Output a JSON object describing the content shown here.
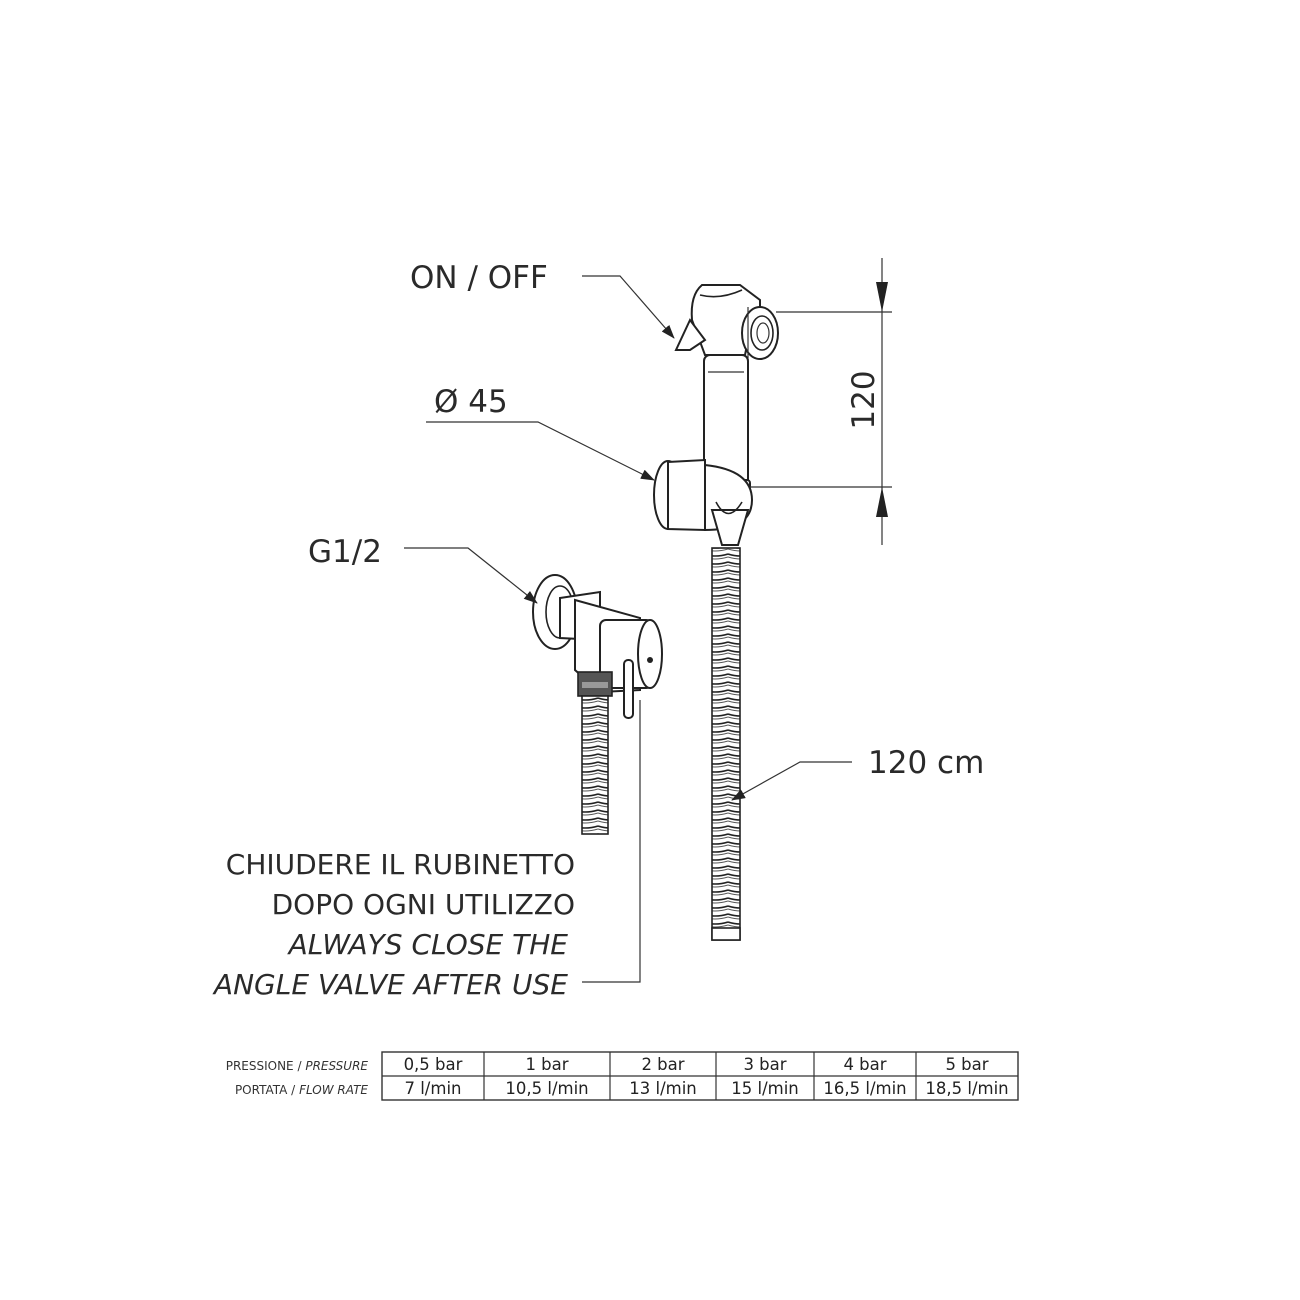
{
  "labels": {
    "on_off": "ON / OFF",
    "diameter": "Ø 45",
    "height_dim": "120",
    "thread": "G1/2",
    "hose_length": "120 cm"
  },
  "note": {
    "it_line1": "CHIUDERE IL RUBINETTO",
    "it_line2": "DOPO OGNI UTILIZZO",
    "en_line1": "ALWAYS CLOSE THE",
    "en_line2": "ANGLE VALVE AFTER USE"
  },
  "table": {
    "row1_label_it": "PRESSIONE /",
    "row1_label_en": "PRESSURE",
    "row2_label_it": "PORTATA /",
    "row2_label_en": "FLOW RATE",
    "pressure": [
      "0,5 bar",
      "1 bar",
      "2 bar",
      "3 bar",
      "4 bar",
      "5 bar"
    ],
    "flow_rate": [
      "7 l/min",
      "10,5 l/min",
      "13 l/min",
      "15 l/min",
      "16,5 l/min",
      "18,5 l/min"
    ]
  }
}
